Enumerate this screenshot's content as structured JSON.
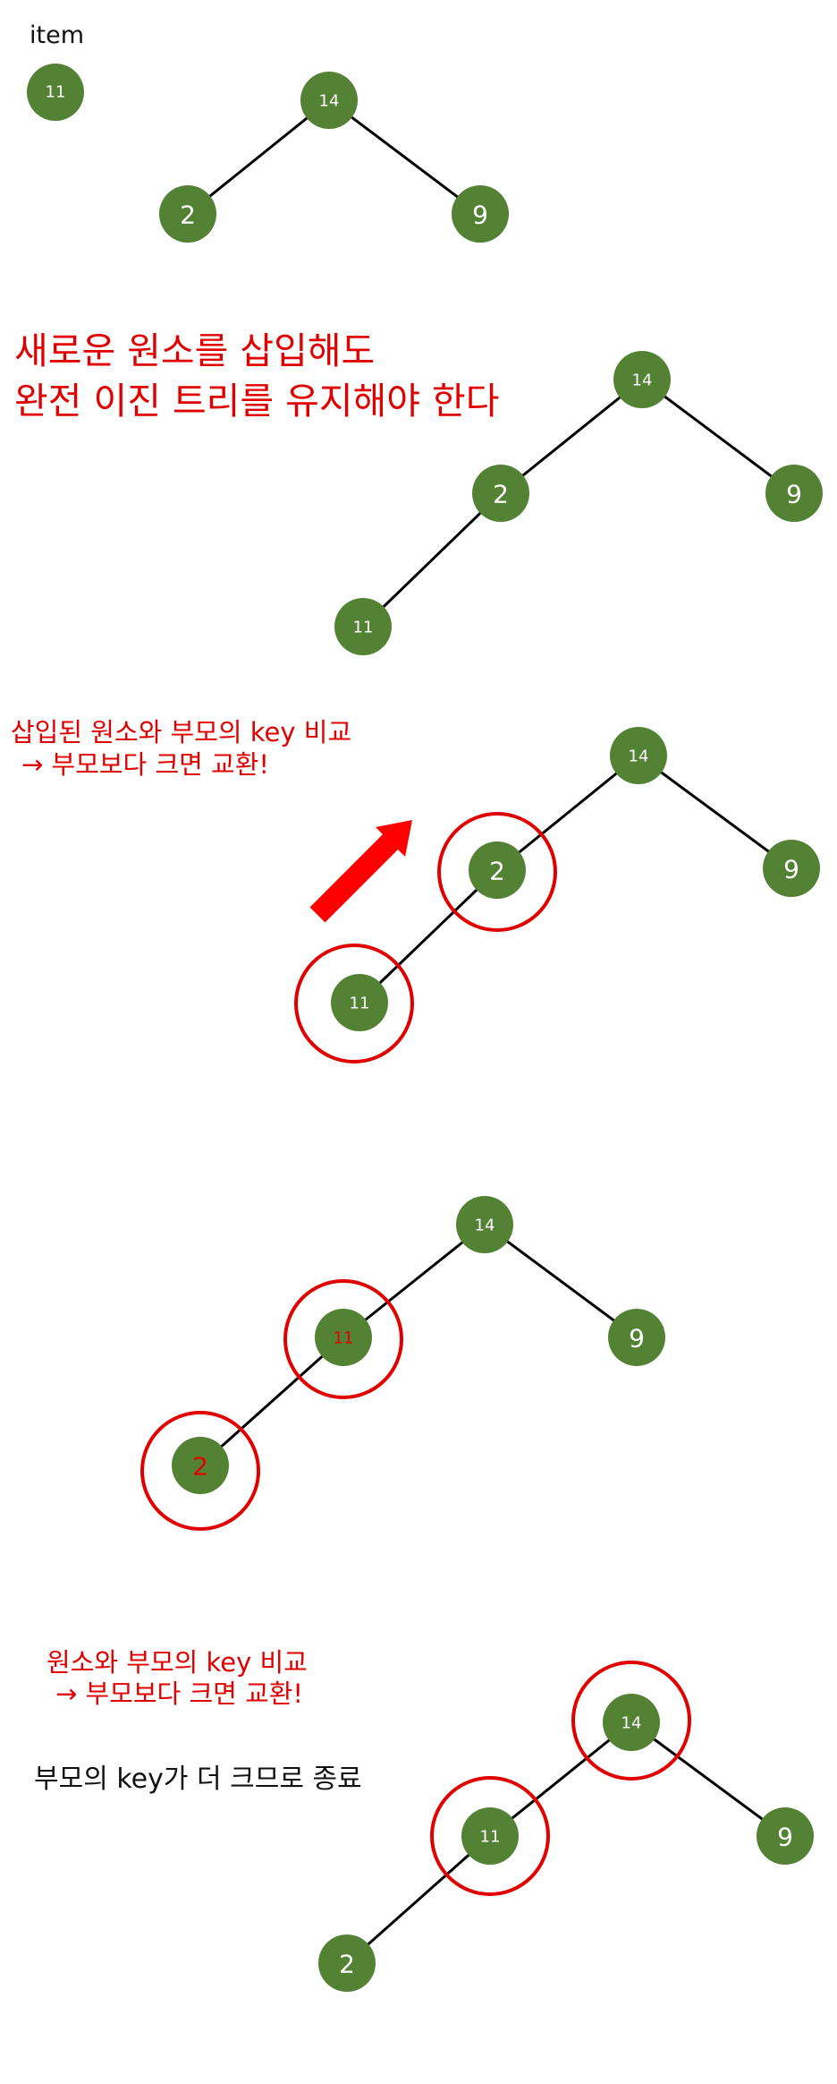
{
  "colors": {
    "node_fill": "#548235",
    "node_text": "#ffffff",
    "swapped_text": "#e00000",
    "highlight": "#e00000",
    "edge": "#000000",
    "annotation": "#e00000"
  },
  "item": {
    "label": "item",
    "value": "11"
  },
  "step2": {
    "title_line1": "새로운 원소를 삽입해도",
    "title_line2": "완전 이진 트리를 유지해야 한다"
  },
  "step3": {
    "note_line1": "삽입된 원소와 부모의 key 비교",
    "note_line2": "→ 부모보다 크면 교환!"
  },
  "step5": {
    "note_line1": "원소와 부모의 key 비교",
    "note_line2": "→ 부모보다 크면 교환!",
    "note_line3": "부모의 key가 더 크므로 종료"
  },
  "trees": [
    {
      "nodes": [
        {
          "id": "a",
          "label": "14"
        },
        {
          "id": "b",
          "label": "2"
        },
        {
          "id": "c",
          "label": "9"
        }
      ]
    },
    {
      "nodes": [
        {
          "id": "a",
          "label": "14"
        },
        {
          "id": "b",
          "label": "2"
        },
        {
          "id": "c",
          "label": "9"
        },
        {
          "id": "d",
          "label": "11"
        }
      ]
    },
    {
      "nodes": [
        {
          "id": "a",
          "label": "14"
        },
        {
          "id": "b",
          "label": "2"
        },
        {
          "id": "c",
          "label": "9"
        },
        {
          "id": "d",
          "label": "11"
        }
      ]
    },
    {
      "nodes": [
        {
          "id": "a",
          "label": "14"
        },
        {
          "id": "b",
          "label": "11"
        },
        {
          "id": "c",
          "label": "9"
        },
        {
          "id": "d",
          "label": "2"
        }
      ]
    },
    {
      "nodes": [
        {
          "id": "a",
          "label": "14"
        },
        {
          "id": "b",
          "label": "11"
        },
        {
          "id": "c",
          "label": "9"
        },
        {
          "id": "d",
          "label": "2"
        }
      ]
    }
  ]
}
